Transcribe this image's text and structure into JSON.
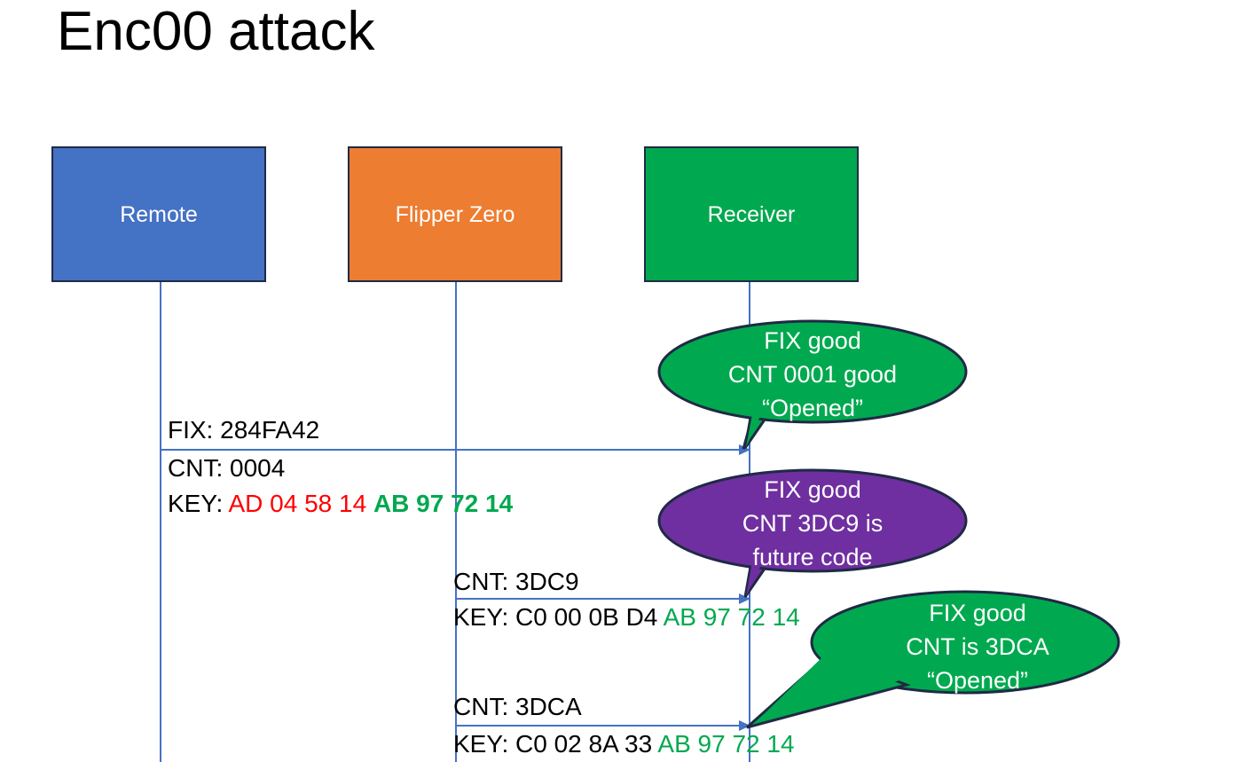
{
  "slide": {
    "title": "Enc00 attack"
  },
  "actors": [
    {
      "key": "remote",
      "label": "Remote",
      "color": "#4472c4"
    },
    {
      "key": "flipper",
      "label": "Flipper Zero",
      "color": "#ed7d31"
    },
    {
      "key": "receiver",
      "label": "Receiver",
      "color": "#00a94f"
    }
  ],
  "messages": [
    {
      "key": "m1",
      "from": "remote",
      "to": "receiver",
      "label": "FIX: 284FA42"
    },
    {
      "key": "m2",
      "from": "remote",
      "to": "receiver",
      "line1": "CNT: 0004",
      "line2_prefix": "KEY: ",
      "line2_red": "AD 04 58 14 ",
      "line2_green": "AB 97 72 14"
    },
    {
      "key": "m3",
      "from": "flipper",
      "to": "receiver",
      "label": "CNT: 3DC9"
    },
    {
      "key": "m4",
      "from": "flipper",
      "to": "receiver",
      "prefix": "KEY: C0 00 0B D4 ",
      "green": "AB 97 72 14"
    },
    {
      "key": "m5",
      "from": "flipper",
      "to": "receiver",
      "label": "CNT: 3DCA"
    },
    {
      "key": "m6",
      "from": "flipper",
      "to": "receiver",
      "prefix": "KEY: C0 02 8A 33 ",
      "green": "AB 97 72 14"
    }
  ],
  "callouts": [
    {
      "key": "c1",
      "color": "#00a94f",
      "line1": "FIX good",
      "line2": "CNT 0001 good",
      "line3": "“Opened”"
    },
    {
      "key": "c2",
      "color": "#6f2fa0",
      "line1": "FIX good",
      "line2": "CNT 3DC9 is",
      "line3": "future code"
    },
    {
      "key": "c3",
      "color": "#00a94f",
      "line1": "FIX good",
      "line2": "CNT is 3DCA",
      "line3": "“Opened”"
    }
  ],
  "colors": {
    "blue": "#4472c4",
    "orange": "#ed7d31",
    "green": "#00a94f",
    "purple": "#6f2fa0",
    "red": "#ff0000",
    "outline": "#1f2a44"
  }
}
